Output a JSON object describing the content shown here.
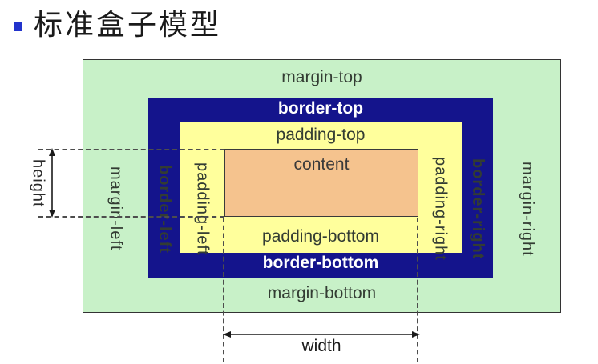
{
  "title": {
    "text": "标准盒子模型",
    "bullet_color": "#2233cc"
  },
  "diagram": {
    "labels": {
      "margin_top": "margin-top",
      "margin_right": "margin-right",
      "margin_bottom": "margin-bottom",
      "margin_left": "margin-left",
      "border_top": "border-top",
      "border_right": "border-right",
      "border_bottom": "border-bottom",
      "border_left": "border-left",
      "padding_top": "padding-top",
      "padding_right": "padding-right",
      "padding_bottom": "padding-bottom",
      "padding_left": "padding-left",
      "content": "content",
      "height": "height",
      "width": "width"
    },
    "colors": {
      "margin_fill": "#c8f1c8",
      "border_fill": "#14148c",
      "padding_fill": "#ffff9c",
      "content_fill": "#f5c38e",
      "outline": "#333333",
      "label_text": "#333c33",
      "border_label_text": "#ffffff",
      "dashed_guide": "#4d4d4d",
      "arrow": "#1a1a1a"
    }
  }
}
